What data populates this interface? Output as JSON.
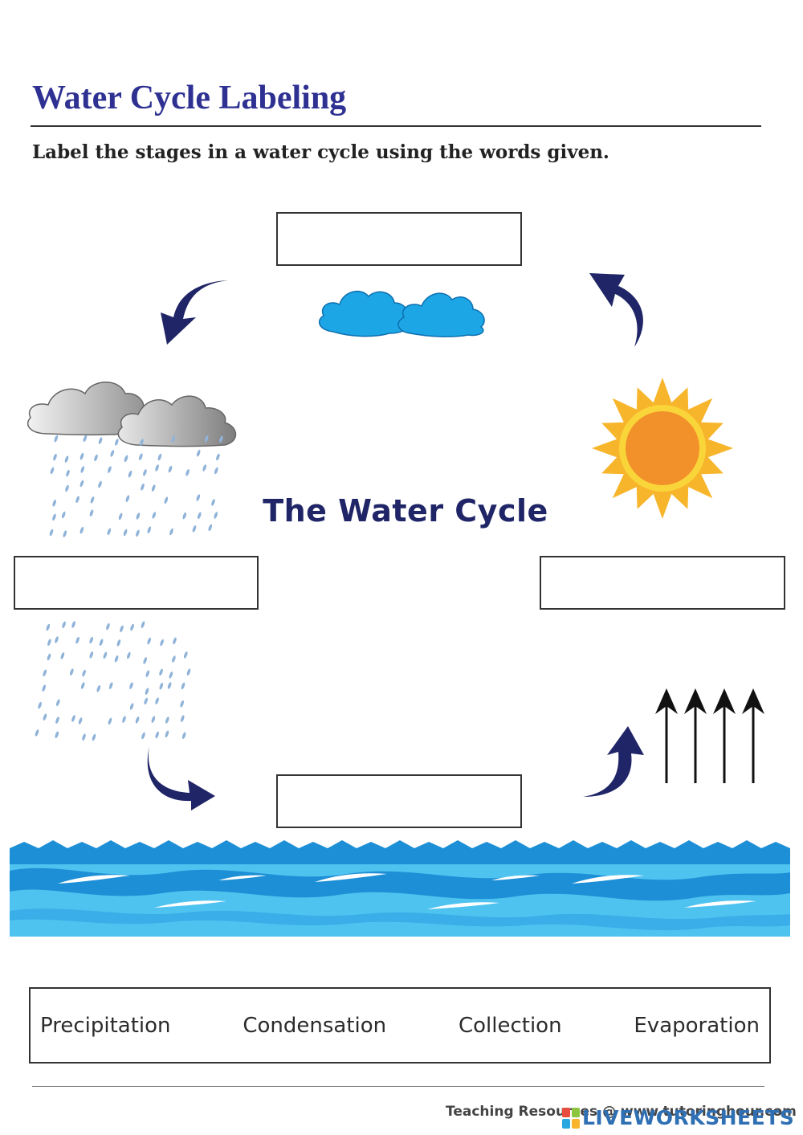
{
  "header": {
    "title": "Water Cycle Labeling",
    "instruction": "Label the stages in a water cycle using the words given."
  },
  "diagram": {
    "title": "The  Water Cycle"
  },
  "answer_boxes": [
    {
      "id": "top",
      "value": ""
    },
    {
      "id": "left",
      "value": ""
    },
    {
      "id": "right",
      "value": ""
    },
    {
      "id": "bottom",
      "value": ""
    }
  ],
  "word_bank": [
    "Precipitation",
    "Condensation",
    "Collection",
    "Evaporation"
  ],
  "footer": {
    "credit": "Teaching Resources @ www.tutoringhour.com",
    "brand": "LIVEWORKSHEETS"
  },
  "colors": {
    "title": "#2e3192",
    "arrow": "#1f2566",
    "cloud_blue": "#1ca6e6",
    "cloud_gray": "#9a9a9a",
    "sun_outer": "#f7b52b",
    "sun_inner": "#f2912a",
    "water_light": "#4fc3ef",
    "water_dark": "#1d8fd6",
    "brand": "#2f6fb3"
  },
  "icons": [
    "cloud-icon",
    "rain-cloud-icon",
    "sun-icon",
    "curved-arrow-icon",
    "up-arrow-icon",
    "water-waves-icon"
  ]
}
